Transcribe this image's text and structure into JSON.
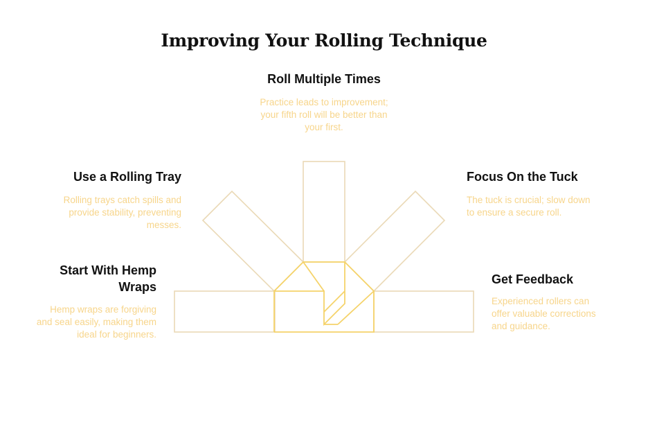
{
  "title": "Improving Your Rolling Technique",
  "items": [
    {
      "id": "roll",
      "heading": "Roll Multiple Times",
      "description": "Practice leads to improvement; your fifth roll will be better than your first."
    },
    {
      "id": "tray",
      "heading": "Use a Rolling Tray",
      "description": "Rolling trays catch spills and provide stability, preventing messes."
    },
    {
      "id": "tuck",
      "heading": "Focus On the Tuck",
      "description": "The tuck is crucial; slow down to ensure a secure roll."
    },
    {
      "id": "hemp",
      "heading": "Start With Hemp Wraps",
      "description": "Hemp wraps are forgiving and seal easily, making them ideal for beginners."
    },
    {
      "id": "feedback",
      "heading": "Get Feedback",
      "description": "Experienced rollers can offer valuable corrections and guidance."
    }
  ],
  "colors": {
    "title": "#111111",
    "heading": "#111111",
    "description": "#f7d58b",
    "outline": "#ead9b6",
    "highlight": "#f5d36a"
  }
}
